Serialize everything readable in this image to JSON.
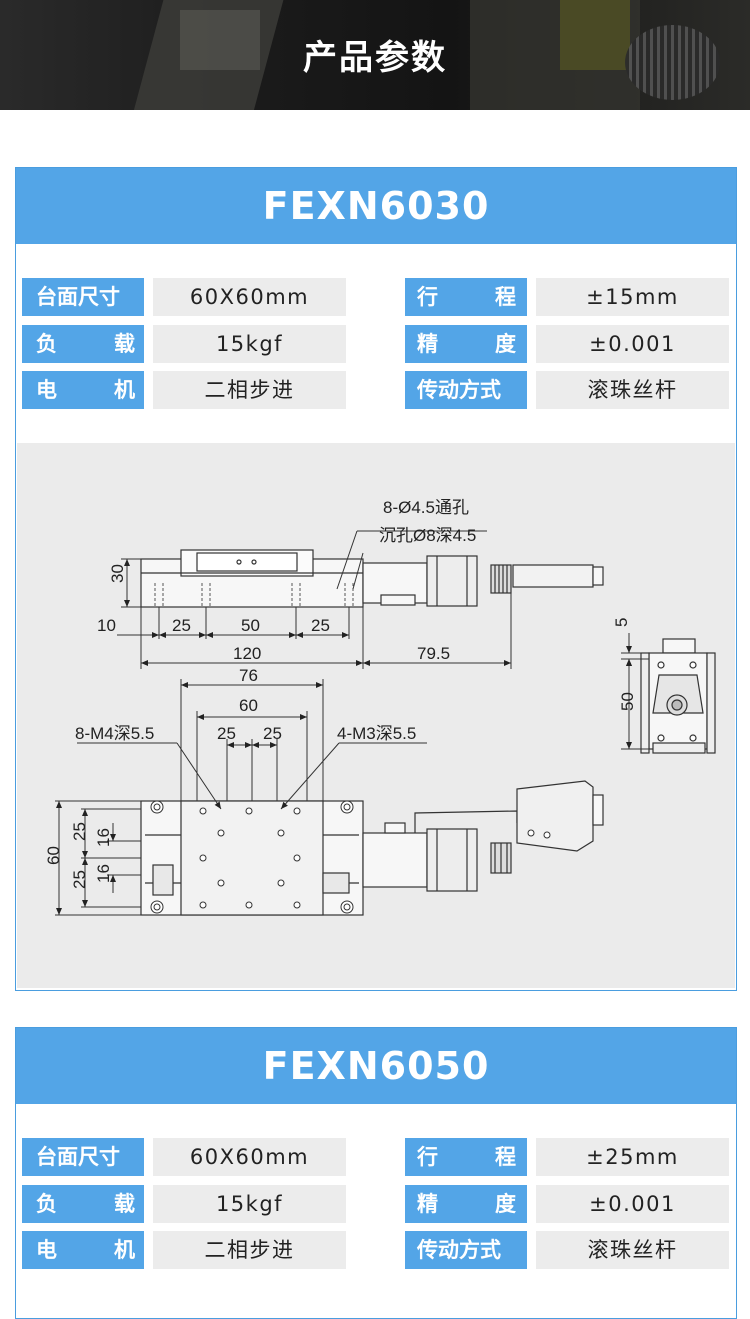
{
  "banner": {
    "title": "产品参数"
  },
  "products": [
    {
      "model": "FEXN6030",
      "specs": {
        "size_label": "台面尺寸",
        "size_value": "60X60mm",
        "travel_label_1": "行",
        "travel_label_2": "程",
        "travel_value": "±15mm",
        "load_label_1": "负",
        "load_label_2": "载",
        "load_value": "15kgf",
        "precision_label_1": "精",
        "precision_label_2": "度",
        "precision_value": "±0.001",
        "motor_label_1": "电",
        "motor_label_2": "机",
        "motor_value": "二相步进",
        "drive_label": "传动方式",
        "drive_value": "滚珠丝杆"
      },
      "drawing": {
        "hole_note_1": "8-Ø4.5通孔",
        "hole_note_2": "沉孔Ø8深4.5",
        "side_dims": {
          "height": "30",
          "d10": "10",
          "d25a": "25",
          "d50": "50",
          "d25b": "25",
          "d120": "120",
          "d79_5": "79.5"
        },
        "end_dims": {
          "d5": "5",
          "d50": "50"
        },
        "top_dims": {
          "d76": "76",
          "d60": "60",
          "d25a": "25",
          "d25b": "25",
          "d60_left": "60",
          "d25_left_a": "25",
          "d16_a": "16",
          "d25_left_b": "25",
          "d16_b": "16"
        },
        "tap_note_left": "8-M4深5.5",
        "tap_note_right": "4-M3深5.5"
      }
    },
    {
      "model": "FEXN6050",
      "specs": {
        "size_label": "台面尺寸",
        "size_value": "60X60mm",
        "travel_label_1": "行",
        "travel_label_2": "程",
        "travel_value": "±25mm",
        "load_label_1": "负",
        "load_label_2": "载",
        "load_value": "15kgf",
        "precision_label_1": "精",
        "precision_label_2": "度",
        "precision_value": "±0.001",
        "motor_label_1": "电",
        "motor_label_2": "机",
        "motor_value": "二相步进",
        "drive_label": "传动方式",
        "drive_value": "滚珠丝杆"
      }
    }
  ]
}
